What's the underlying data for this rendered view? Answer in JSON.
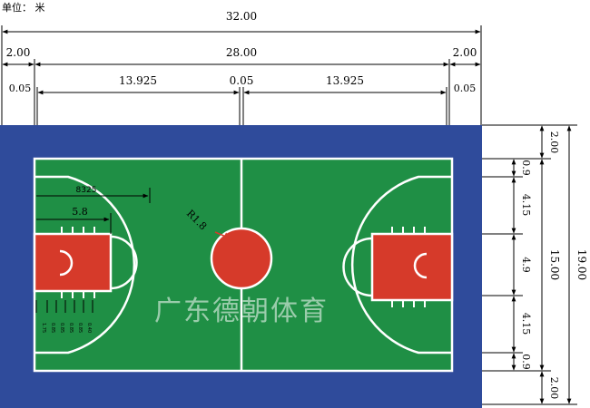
{
  "unit_label": "单位： 米",
  "colors": {
    "outer_court": "#2f4b9b",
    "inner_court": "#1f8f45",
    "key_fill": "#d63a2a",
    "line": "#ffffff"
  },
  "top_dimensions": {
    "total_width": "32.00",
    "left_margin": "2.00",
    "inner_width": "28.00",
    "right_margin": "2.00",
    "left_line": "0.05",
    "left_half": "13.925",
    "center_line": "0.05",
    "right_half": "13.925",
    "right_line": "0.05"
  },
  "right_dimensions": {
    "top_margin": "2.00",
    "seg_1": "0.9",
    "seg_2": "4.15",
    "seg_3": "4.9",
    "seg_4": "4.15",
    "seg_5": "0.9",
    "bottom_margin": "2.00",
    "inner_length": "15.00",
    "total_length": "19.00"
  },
  "court_annotations": {
    "three_point_distance": "8325",
    "key_length": "5.8",
    "center_circle_radius": "R1.8",
    "lane_spacings": [
      "1.75",
      "0.85",
      "0.85",
      "0.85",
      "0.85",
      "0.40"
    ]
  },
  "watermark": "广东德朝体育"
}
